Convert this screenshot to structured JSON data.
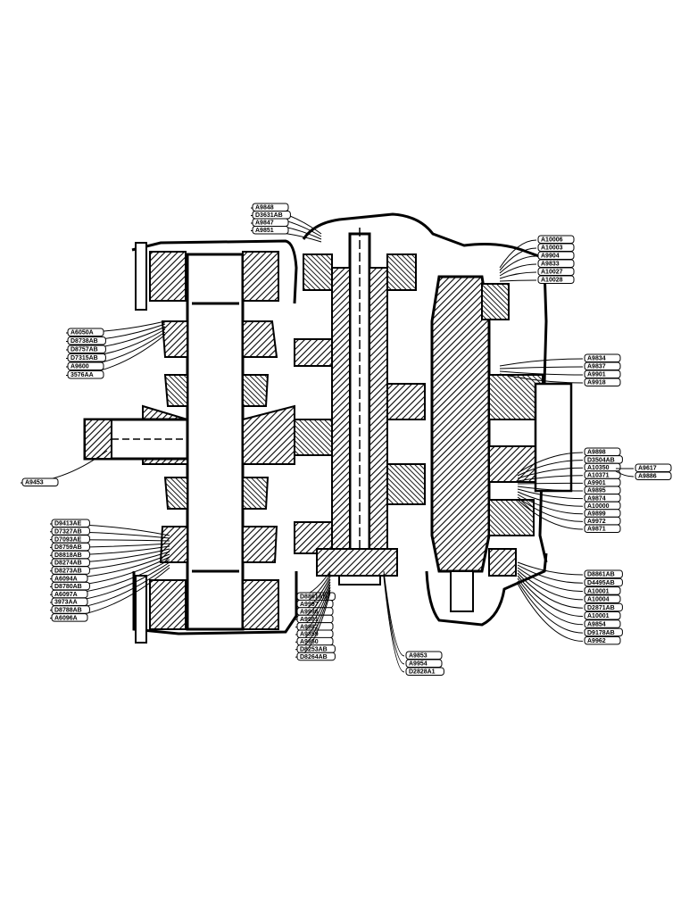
{
  "drawing": {
    "line_color": "#000000",
    "background": "#ffffff"
  },
  "callouts": {
    "top": [
      "A9848",
      "D3631AB",
      "A9847",
      "A9851"
    ],
    "top_right": [
      "A10006",
      "A10003",
      "A9904",
      "A9833",
      "A10027",
      "A10028"
    ],
    "left_upper": [
      "A6050A",
      "D8738AB",
      "D8757AB",
      "D7315AB",
      "A9600",
      "3576AA"
    ],
    "left_mid": [
      "A9453"
    ],
    "left_lower": [
      "D9413AE",
      "D7327AB",
      "D7093AE",
      "D8759AB",
      "D8818AB",
      "D8274AB",
      "D8273AB",
      "A6094A",
      "D8780AB",
      "A6097A",
      "3973AA",
      "D8788AB",
      "A6096A"
    ],
    "right_mid": [
      "A9834",
      "A9837",
      "A9901",
      "A9918"
    ],
    "right_lower": [
      "A9898",
      "D3504AB",
      "A10350",
      "A10371",
      "A9901",
      "A9895",
      "A9874",
      "A10000",
      "A9899",
      "A9972",
      "A9871"
    ],
    "right_far": [
      "A9617",
      "A9886"
    ],
    "right_bottom": [
      "D8861AB",
      "D4495AB",
      "A10001",
      "A10004",
      "D2871AB",
      "A10001",
      "A9854",
      "D9178AB",
      "A9962"
    ],
    "bottom_center": [
      "D8861AB",
      "A9997",
      "A9996",
      "A9981",
      "A9982",
      "A9859",
      "A9950",
      "D8253AB",
      "D8264AB"
    ],
    "bottom_right_center": [
      "A9853",
      "A9954",
      "D2828A1"
    ]
  }
}
